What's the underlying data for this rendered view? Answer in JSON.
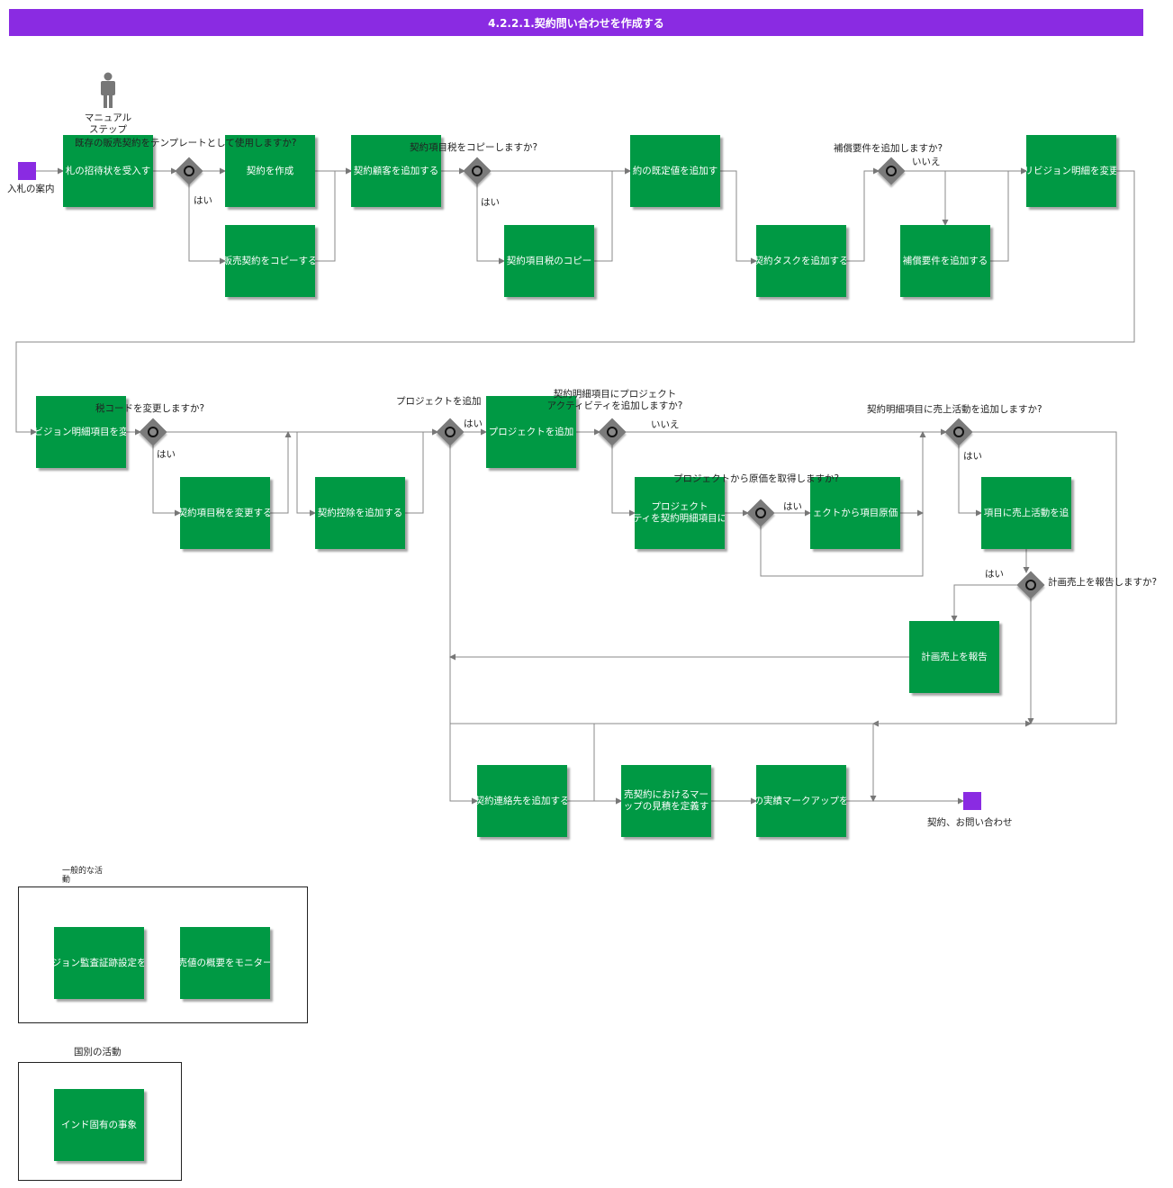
{
  "title": "4.2.2.1.契約問い合わせを作成する",
  "colors": {
    "title_bar": "#8a2be2",
    "task": "#009944",
    "gateway": "#7a7a7a",
    "event": "#8a2be2"
  },
  "legend": {
    "manual_step": "マニュアル\nステップ"
  },
  "events": {
    "start": "入札の案内",
    "end": "契約、お問い合わせ"
  },
  "tasks": {
    "t1": "札の招待状を受入す",
    "t2": "契約を作成",
    "t3": "販売契約をコピーする",
    "t4": "契約顧客を追加する",
    "t5": "契約項目税のコピー",
    "t6": "約の既定値を追加す",
    "t7": "契約タスクを追加する",
    "t8": "補償要件を追加する",
    "t9": "リビジョン明細を変更",
    "t10": "ビジョン明細項目を変",
    "t11": "契約項目税を変更する",
    "t12": "契約控除を追加する",
    "t13": "プロジェクトを追加",
    "t14": "プロジェクト\nティを契約明細項目に",
    "t15": "ェクトから項目原価",
    "t16": "項目に売上活動を追",
    "t17": "計画売上を報告",
    "t18": "契約連絡先を追加する",
    "t19": "売契約におけるマー\nップの見積を定義す",
    "t20": "の実績マークアップを",
    "g1": "ジョン監査証跡設定を",
    "g2": "売値の概要をモニター",
    "c1": "インド固有の事象"
  },
  "questions": {
    "q1": "既存の販売契約をテンプレートとして使用しますか?",
    "q2": "契約項目税をコピーしますか?",
    "q3": "補償要件を追加しますか?",
    "q4": "税コードを変更しますか?",
    "q5": "プロジェクトを追加",
    "q6": "契約明細項目にプロジェクト\nアクティビティを追加しますか?",
    "q7": "プロジェクトから原価を取得しますか?",
    "q8": "契約明細項目に売上活動を追加しますか?",
    "q9": "計画売上を報告しますか?"
  },
  "branch_labels": {
    "yes": "はい",
    "no": "いいえ"
  },
  "groups": {
    "general": "一般的な活\n動",
    "country": "国別の活動"
  }
}
